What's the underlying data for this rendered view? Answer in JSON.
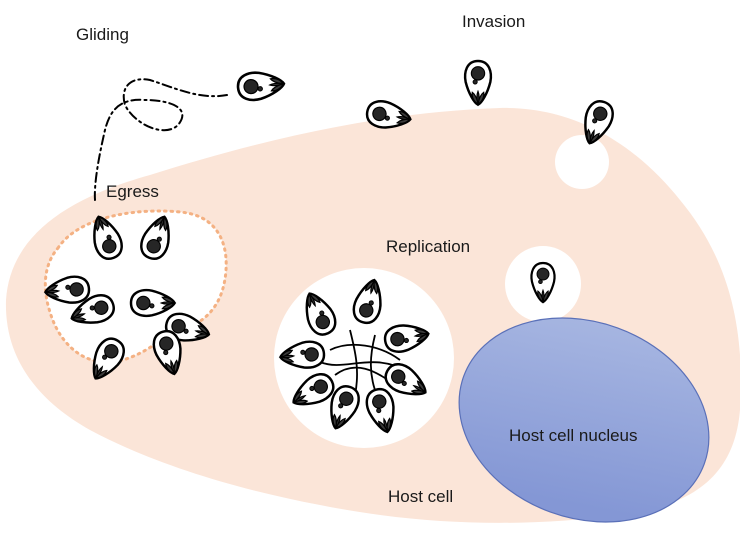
{
  "labels": {
    "gliding": "Gliding",
    "invasion": "Invasion",
    "egress": "Egress",
    "replication": "Replication",
    "host_cell": "Host cell",
    "host_cell_nucleus": "Host cell nucleus"
  },
  "colors": {
    "host_cell_fill": "#fbe5d8",
    "nucleus_fill_top": "#a9b8e2",
    "nucleus_fill_bottom": "#8497d5",
    "nucleus_stroke": "#5a70b8",
    "vacuole_fill": "#ffffff",
    "egress_border": "#f4b183",
    "parasite_stroke": "#000000",
    "parasite_nucleus": "#262626",
    "text": "#1a1a1a"
  },
  "stages": [
    {
      "name": "gliding",
      "parasite_count": 1
    },
    {
      "name": "invasion",
      "parasite_count": 3
    },
    {
      "name": "egress",
      "parasite_count": 8
    },
    {
      "name": "replication",
      "parasite_count": 8
    },
    {
      "name": "single-vacuole",
      "parasite_count": 1
    }
  ]
}
